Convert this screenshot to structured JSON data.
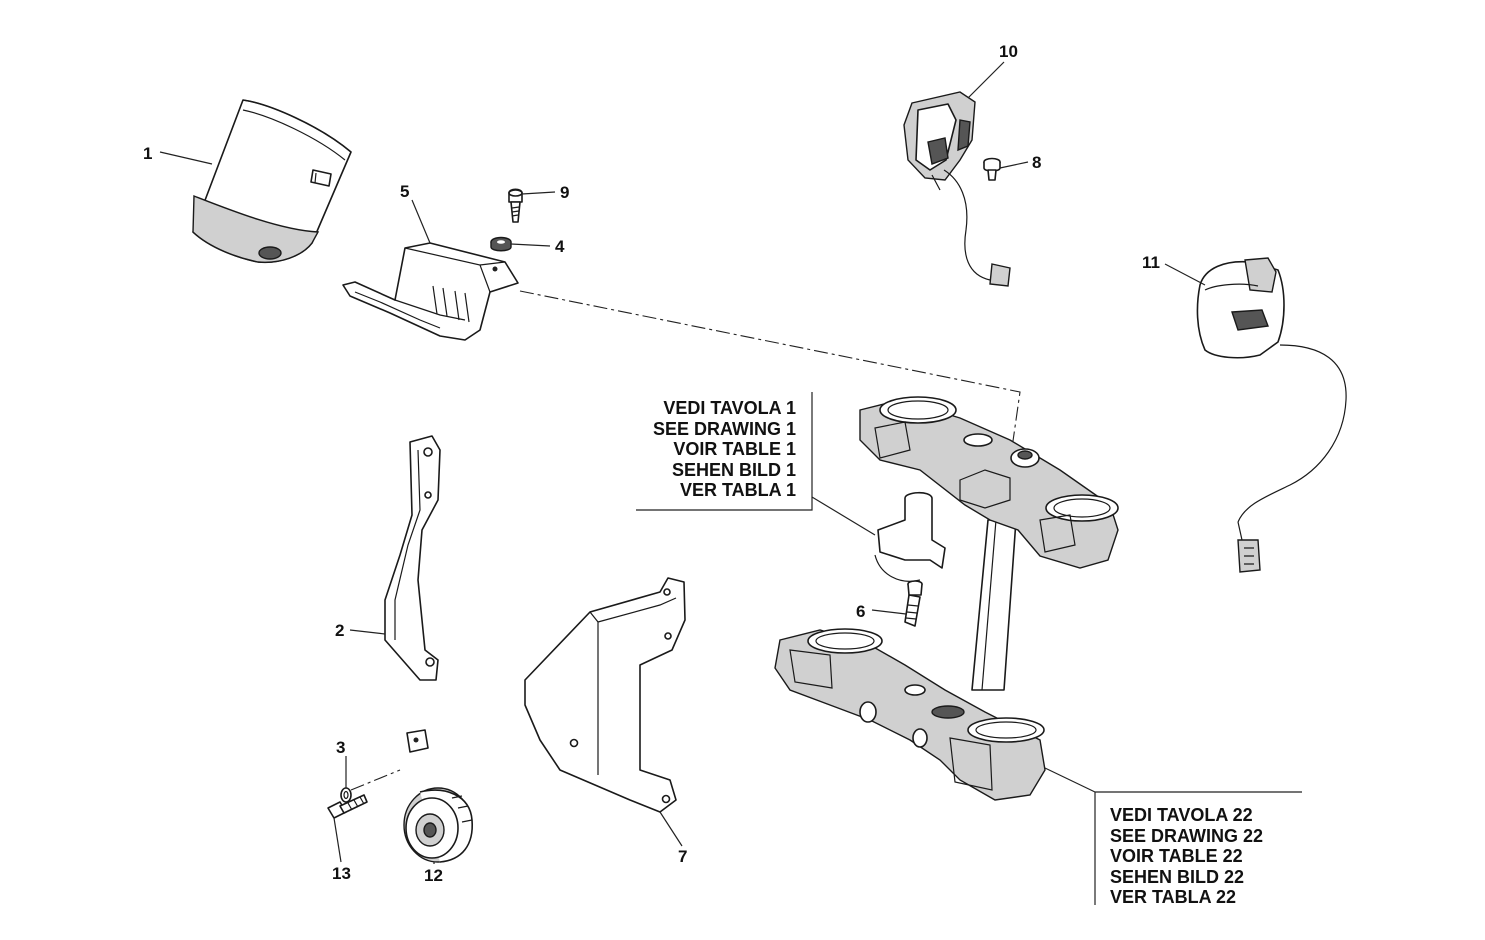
{
  "callouts": [
    "1",
    "2",
    "3",
    "4",
    "5",
    "6",
    "7",
    "8",
    "9",
    "10",
    "11",
    "12",
    "13"
  ],
  "references": {
    "drawing_1": [
      "VEDI TAVOLA 1",
      "SEE DRAWING 1",
      "VOIR TABLE 1",
      "SEHEN BILD 1",
      "VER TABLA 1"
    ],
    "drawing_22": [
      "VEDI TAVOLA 22",
      "SEE DRAWING 22",
      "VOIR TABLE 22",
      "SEHEN BILD 22",
      "VER TABLA 22"
    ]
  }
}
